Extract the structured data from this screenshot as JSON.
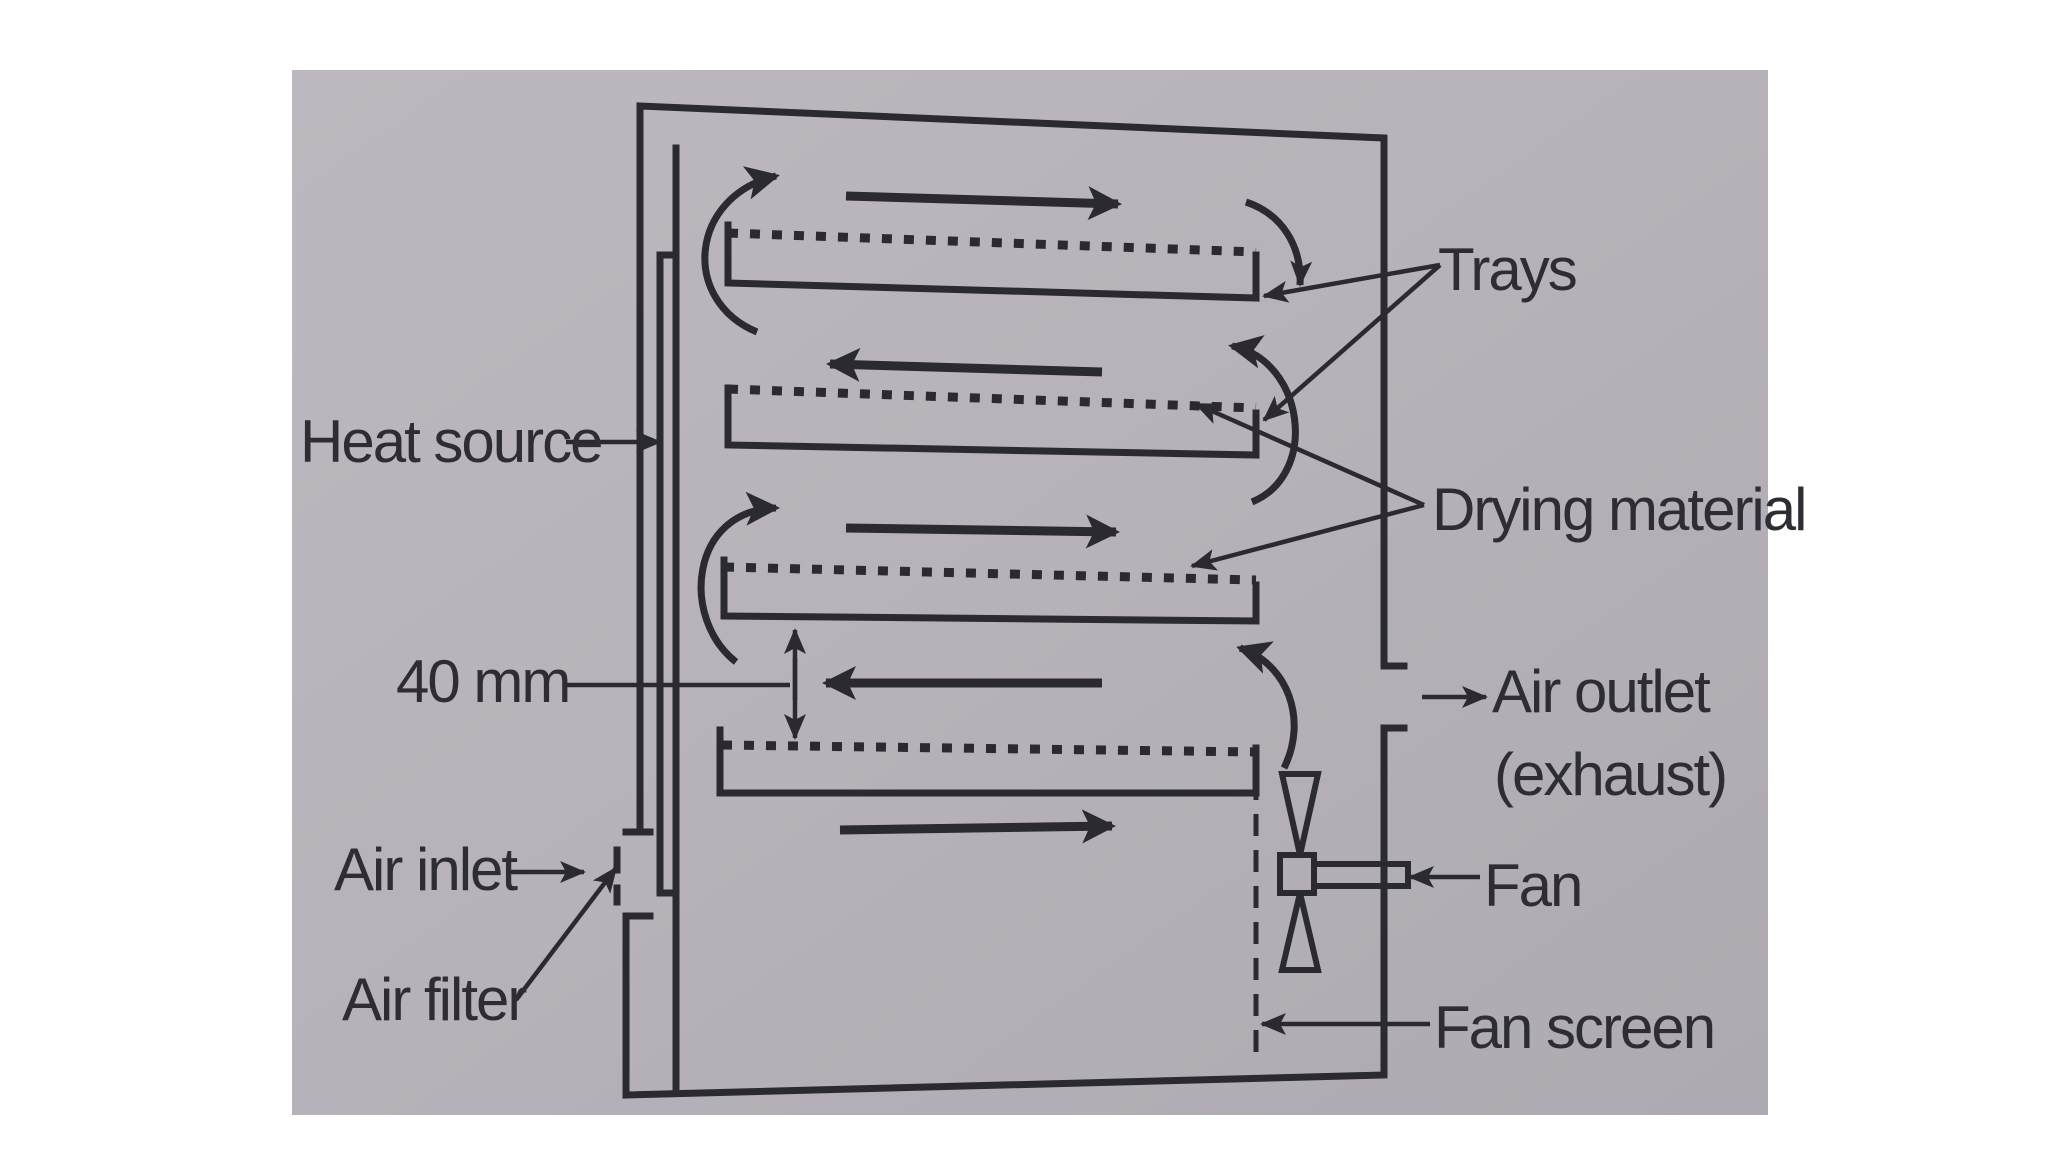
{
  "labels": {
    "heat_source": "Heat source",
    "trays": "Trays",
    "drying_material": "Drying material",
    "spacing": "40 mm",
    "air_outlet_line1": "Air outlet",
    "air_outlet_line2": "(exhaust)",
    "air_inlet": "Air inlet",
    "fan": "Fan",
    "air_filter": "Air filter",
    "fan_screen": "Fan screen"
  },
  "colors": {
    "photo_background": "#b9b4bb",
    "ink": "#2b2a30",
    "page": "#ffffff"
  }
}
